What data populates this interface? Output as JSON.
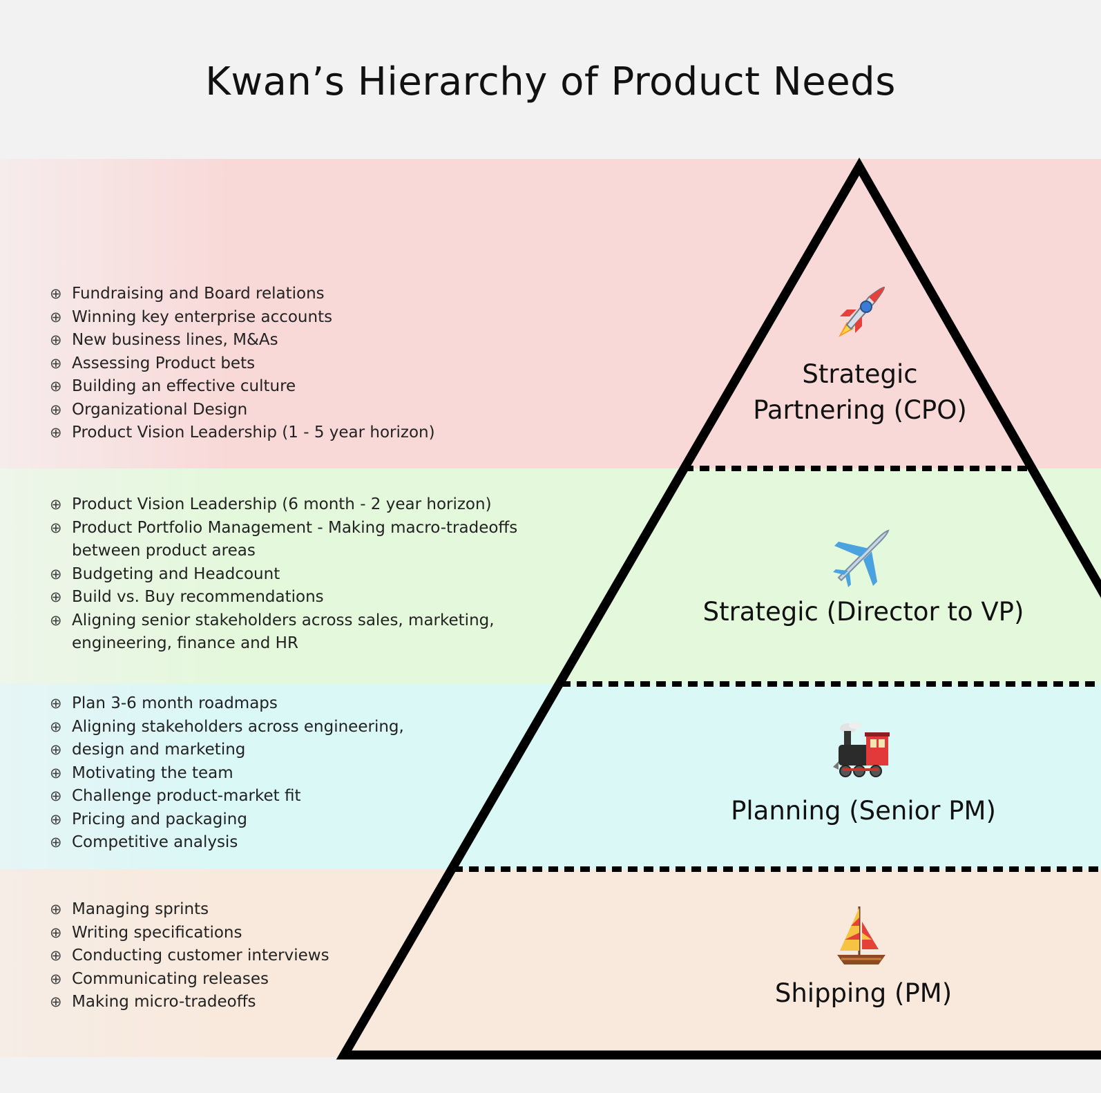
{
  "title": "Kwan’s Hierarchy of Product Needs",
  "colors": {
    "tier_1": "#f8d9d8",
    "tier_2": "#e4f8dc",
    "tier_3": "#d9f8f6",
    "tier_4": "#f9e9dc",
    "outline": "#000000"
  },
  "tiers": [
    {
      "label_line_1": "Strategic",
      "label_line_2": "Partnering (CPO)",
      "icon": "rocket-icon",
      "items": [
        "Fundraising and Board relations",
        "Winning key enterprise accounts",
        "New business lines, M&As",
        "Assessing Product bets",
        "Building an effective culture",
        "Organizational Design",
        "Product Vision Leadership (1 - 5 year horizon)"
      ]
    },
    {
      "label": "Strategic (Director to VP)",
      "icon": "airplane-icon",
      "items": [
        "Product Vision Leadership (6 month - 2 year horizon)",
        "Product Portfolio Management - Making macro-tradeoffs between product areas",
        "Budgeting and Headcount",
        "Build vs. Buy recommendations",
        "Aligning senior stakeholders across sales, marketing, engineering, finance and HR"
      ]
    },
    {
      "label": "Planning (Senior PM)",
      "icon": "locomotive-icon",
      "items": [
        "Plan 3-6 month roadmaps",
        "Aligning stakeholders across engineering,",
        "design and marketing",
        "Motivating the team",
        "Challenge product-market fit",
        "Pricing and packaging",
        "Competitive analysis"
      ]
    },
    {
      "label": "Shipping (PM)",
      "icon": "sailboat-icon",
      "items": [
        "Managing sprints",
        "Writing specifications",
        "Conducting customer interviews",
        "Communicating releases",
        "Making micro-tradeoffs"
      ]
    }
  ]
}
